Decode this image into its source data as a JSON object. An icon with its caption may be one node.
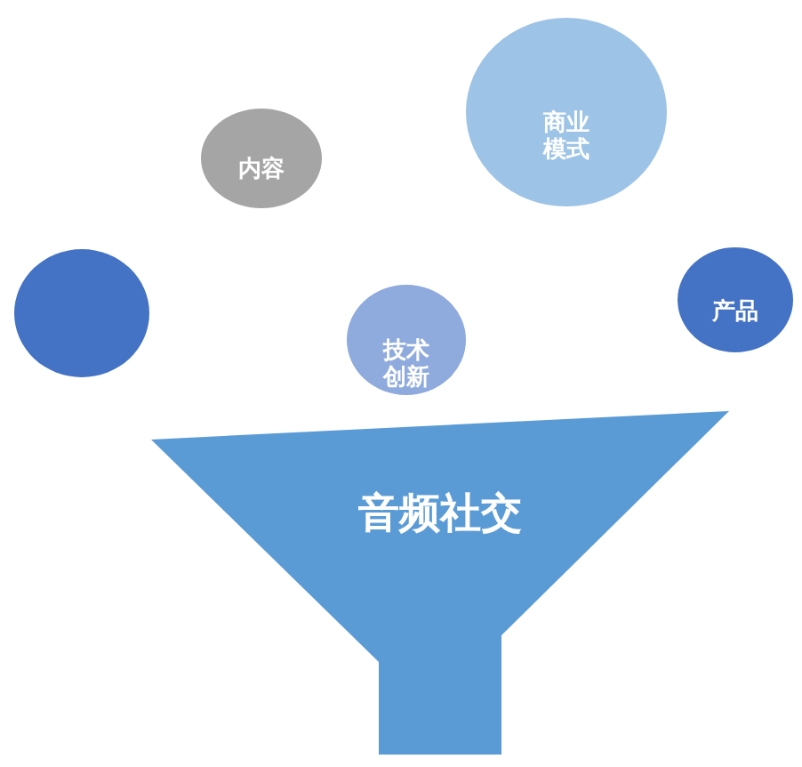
{
  "diagram": {
    "nodes": [
      {
        "text": [
          "商业模式"
        ]
      },
      {
        "text": [
          "内容"
        ]
      },
      {
        "text": [
          "产品"
        ]
      },
      {
        "text": [],
        "shape": "circle"
      },
      {
        "text": [
          "技术创新"
        ]
      },
      {
        "text": [
          "音频社交"
        ]
      }
    ]
  }
}
